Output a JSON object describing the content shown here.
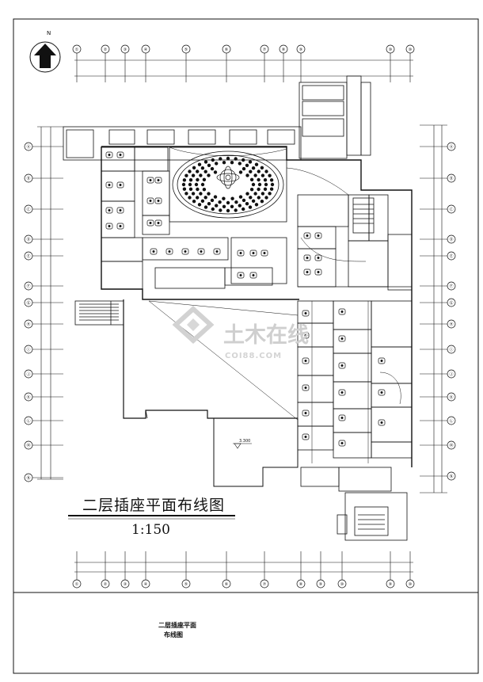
{
  "drawing": {
    "north_label": "N",
    "title": "二层插座平面布线图",
    "scale": "1:150",
    "elevation_label": "3.300",
    "watermark_brand": "土木在线",
    "watermark_site": "COI88.COM"
  },
  "title_block": {
    "line1": "二层插座平面",
    "line2": "布线图"
  },
  "grid_axes": {
    "top": [
      "①",
      "②",
      "③",
      "④",
      "⑤",
      "⑥",
      "⑦",
      "⑧",
      "⑨",
      "⑩"
    ],
    "left": [
      "Ⓐ",
      "Ⓑ",
      "Ⓒ",
      "Ⓓ",
      "Ⓔ",
      "Ⓕ",
      "Ⓖ",
      "Ⓗ",
      "Ⓘ",
      "Ⓙ",
      "Ⓚ",
      "Ⓛ",
      "Ⓜ",
      "Ⓝ"
    ],
    "right": [
      "Ⓐ",
      "Ⓑ",
      "Ⓒ",
      "Ⓓ",
      "Ⓔ",
      "Ⓕ",
      "Ⓖ",
      "Ⓗ",
      "Ⓘ",
      "Ⓙ",
      "Ⓚ",
      "Ⓛ",
      "Ⓜ",
      "Ⓝ"
    ]
  },
  "colors": {
    "line": "#111111",
    "watermark": "#cfcfcf",
    "paper": "#ffffff"
  }
}
